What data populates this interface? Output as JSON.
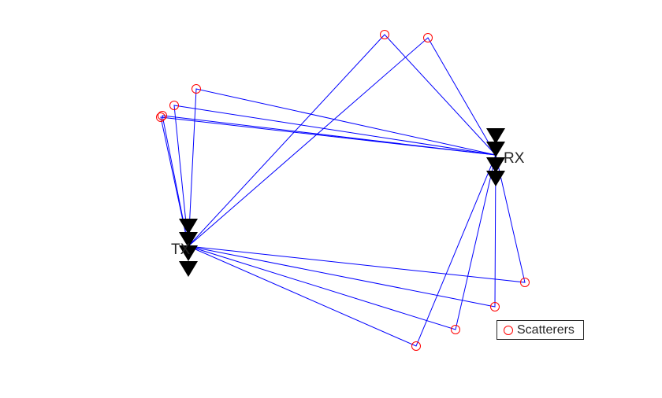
{
  "chart_data": {
    "type": "scatter",
    "title": "",
    "xlabel": "",
    "ylabel": "",
    "axes_visible": false,
    "legend": {
      "entries": [
        "Scatterers"
      ],
      "placement": "bottom-right"
    },
    "tx": {
      "label": "TX",
      "position": [
        -18.1,
        -6.0
      ],
      "marker_y": [
        -3.5,
        -5.2,
        -6.9,
        -8.9
      ]
    },
    "rx": {
      "label": "RX",
      "position": [
        20.9,
        5.6
      ],
      "marker_y": [
        8.0,
        6.3,
        4.3,
        2.6
      ]
    },
    "scatterers": [
      [
        6.8,
        20.9
      ],
      [
        12.3,
        20.5
      ],
      [
        -17.1,
        14.0
      ],
      [
        -19.9,
        11.9
      ],
      [
        -21.4,
        10.6
      ],
      [
        -21.6,
        10.4
      ],
      [
        24.6,
        -10.6
      ],
      [
        20.8,
        -13.7
      ],
      [
        15.8,
        -16.6
      ],
      [
        10.8,
        -18.7
      ]
    ],
    "colors": {
      "scatterer": "#ff0000",
      "path": "#0000ff",
      "antenna": "#000000"
    }
  }
}
